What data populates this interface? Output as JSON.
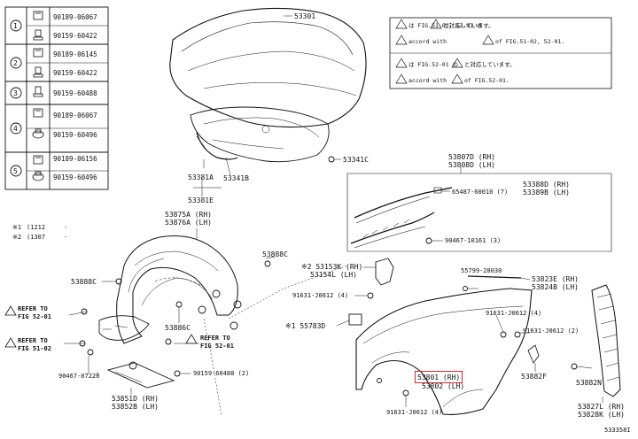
{
  "legend": {
    "groups": [
      {
        "circle": "1",
        "parts": [
          "90189-06067",
          "90159-60422"
        ]
      },
      {
        "circle": "2",
        "parts": [
          "90189-06145",
          "90159-60422"
        ]
      },
      {
        "circle": "3",
        "parts": [
          "90159-60488"
        ]
      },
      {
        "circle": "4",
        "parts": [
          "90189-06067",
          "90159-60496"
        ]
      },
      {
        "circle": "5",
        "parts": [
          "90189-06156",
          "90159-60496"
        ]
      }
    ]
  },
  "notes": {
    "line1": "は FIG.51-02, 52-01 の",
    "line1b": "と対応しています。",
    "line2": "accord with",
    "line2b": "of FIG.51-02, 52-01.",
    "line3": "は FIG.52-01 の",
    "line3b": "と対応しています。",
    "line4": "accord with",
    "line4b": "of FIG.52-01."
  },
  "footnotes": {
    "fn1_mark": "※1",
    "fn1_code": "(1212",
    "fn1_dash": "-",
    "fn2_mark": "※2",
    "fn2_code": "(1307",
    "fn2_dash": "-"
  },
  "parts": {
    "hood": "53301",
    "seal_a": "53381A",
    "seal_b": "53341B",
    "seal_e": "53381E",
    "clip_c": "53341C",
    "liner_rh": "53875A (RH)",
    "liner_lh": "53876A (LH)",
    "clip_88c_top": "53888C",
    "clip_88c_left": "53888C",
    "clip_88c_bottom": "53886C",
    "bolt_07220": "90467-07220",
    "bolt_60488": "90159-60488 (2)",
    "shield_rh": "53851D (RH)",
    "shield_lh": "53852B (LH)",
    "refer1": "REFER TO",
    "refer1b": "FIG 52-01",
    "refer2": "REFER TO",
    "refer2b": "FIG 51-02",
    "refer3": "REFER TO",
    "refer3b": "FIG 52-01",
    "mould_rh": "53807D (RH)",
    "mould_lh": "53808D (LH)",
    "mould_88d": "53388D (RH)",
    "mould_89b": "53389B (LH)",
    "clip_65487": "65487-60010 (7)",
    "clip_90467": "90467-10161 (3)",
    "bracket_rh": "※2 53153K (RH)",
    "bracket_lh": "53154L (LH)",
    "bolt_91631_a": "91631-J0612 (4)",
    "bolt_91631_b": "91631-J0612 (4)",
    "bolt_91631_c": "91631-J0612 (2)",
    "bolt_91631_d": "91631-J0612 (4)",
    "pad_55783": "※1 55783D",
    "fender_rh": "53801 (RH)",
    "fender_lh": "53802 (LH)",
    "seal_23": "53823E (RH)",
    "seal_24": "53824B (LH)",
    "clip_55799": "55799-28030",
    "pad_53882f": "53882F",
    "seal_82n": "53882N",
    "seal_27": "53827L (RH)",
    "seal_28": "53828K (LH)",
    "fig_no": "533358I"
  },
  "colors": {
    "line": "#111111",
    "highlight": "#d6263a",
    "background": "#ffffff"
  }
}
